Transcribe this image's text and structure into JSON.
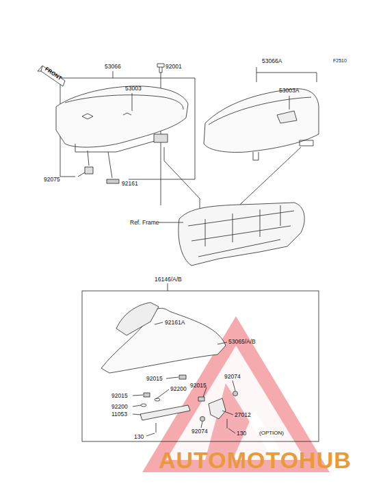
{
  "diagram": {
    "labels": [
      "F2510",
      "53066",
      "92001",
      "53066A",
      "53003",
      "53003A",
      "FRONT",
      "92075",
      "92161",
      "Ref. Frame",
      "16146/A/B",
      "92161A",
      "53065/A/B",
      "92015",
      "92074",
      "92015",
      "92015",
      "92200",
      "92200",
      "11053",
      "27012",
      "92074",
      "130",
      "130",
      "(OPTION)",
      "AUTOMOTOHUB"
    ]
  }
}
